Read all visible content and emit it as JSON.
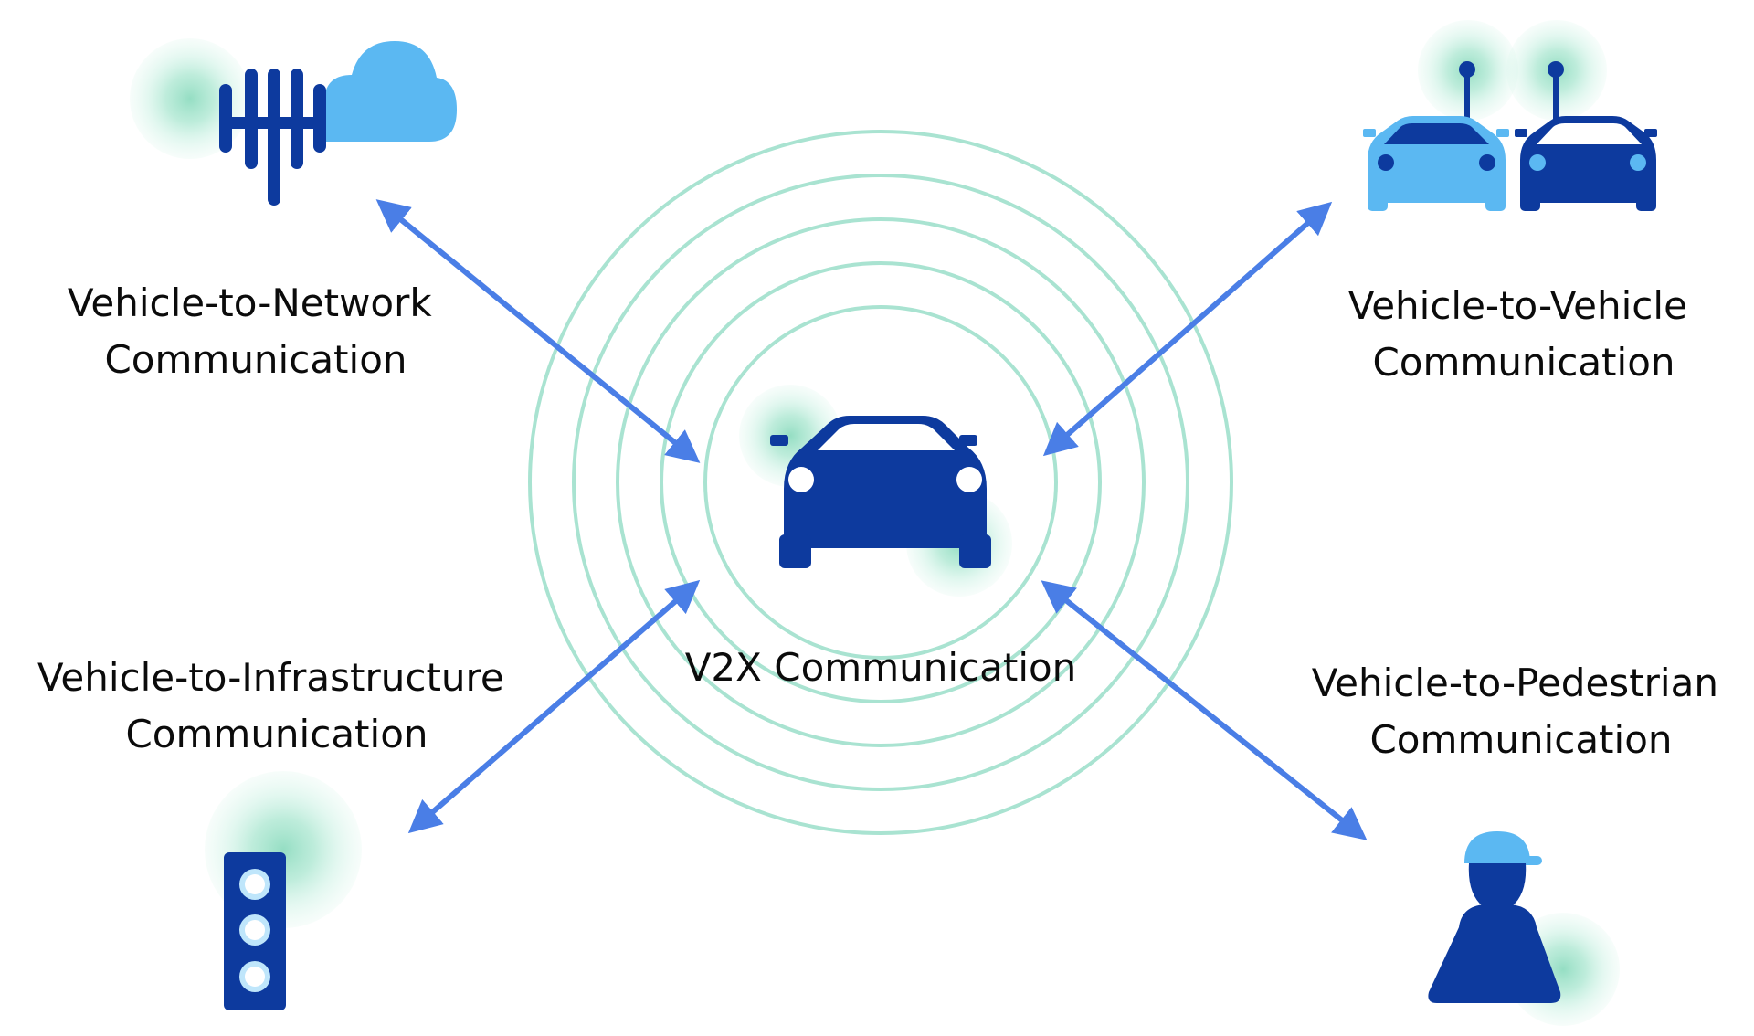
{
  "center": {
    "label": "V2X Communication"
  },
  "nodes": {
    "network": {
      "line1": "Vehicle-to-Network",
      "line2": "Communication",
      "icon": "cell-tower-cloud-icon"
    },
    "vehicle": {
      "line1": "Vehicle-to-Vehicle",
      "line2": "Communication",
      "icon": "two-cars-icon"
    },
    "infrastructure": {
      "line1": "Vehicle-to-Infrastructure",
      "line2": "Communication",
      "icon": "traffic-light-icon"
    },
    "pedestrian": {
      "line1": "Vehicle-to-Pedestrian",
      "line2": "Communication",
      "icon": "pedestrian-icon"
    }
  },
  "colors": {
    "navy": "#0d3a9e",
    "light_blue": "#5bb8f2",
    "arrow": "#4a7ee6",
    "ring": "#a9e3d1",
    "glow": "#b9ecdb",
    "glow_core": "#8fdcc0"
  }
}
